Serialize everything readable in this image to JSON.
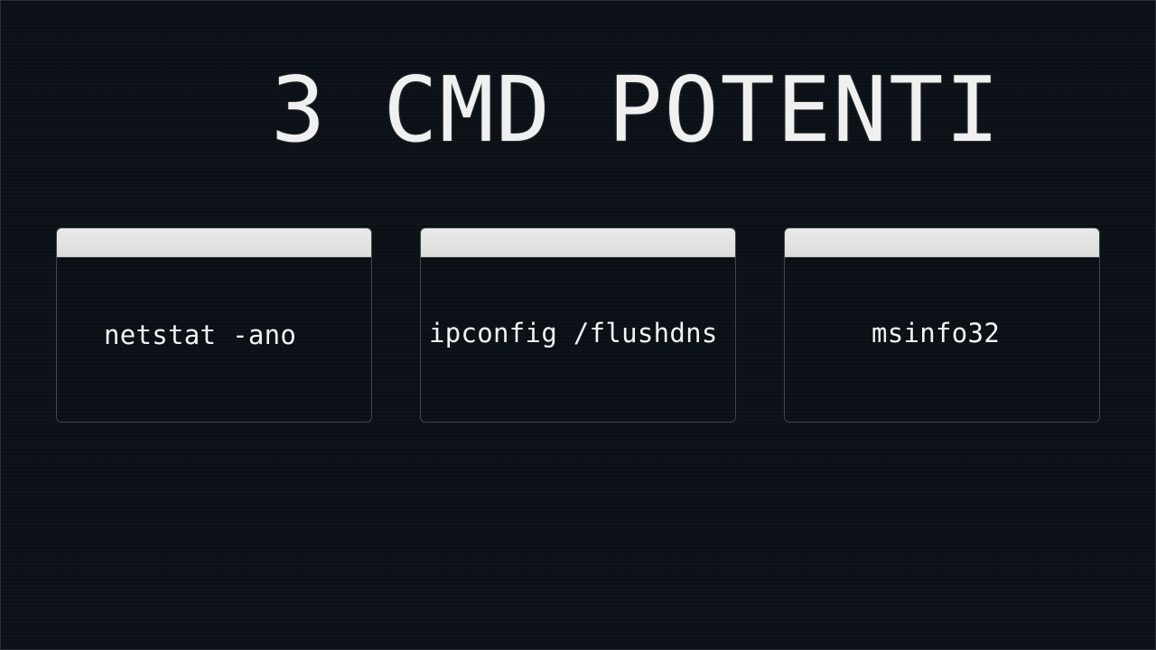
{
  "title": "3 CMD POTENTI",
  "cards": [
    {
      "command": "netstat -ano"
    },
    {
      "command": "ipconfig /flushdns"
    },
    {
      "command": "msinfo32"
    }
  ],
  "colors": {
    "background": "#0b1016",
    "text": "#f2f2f2",
    "titlebar": "#e4e4e4",
    "card_border": "#3a4a44"
  }
}
